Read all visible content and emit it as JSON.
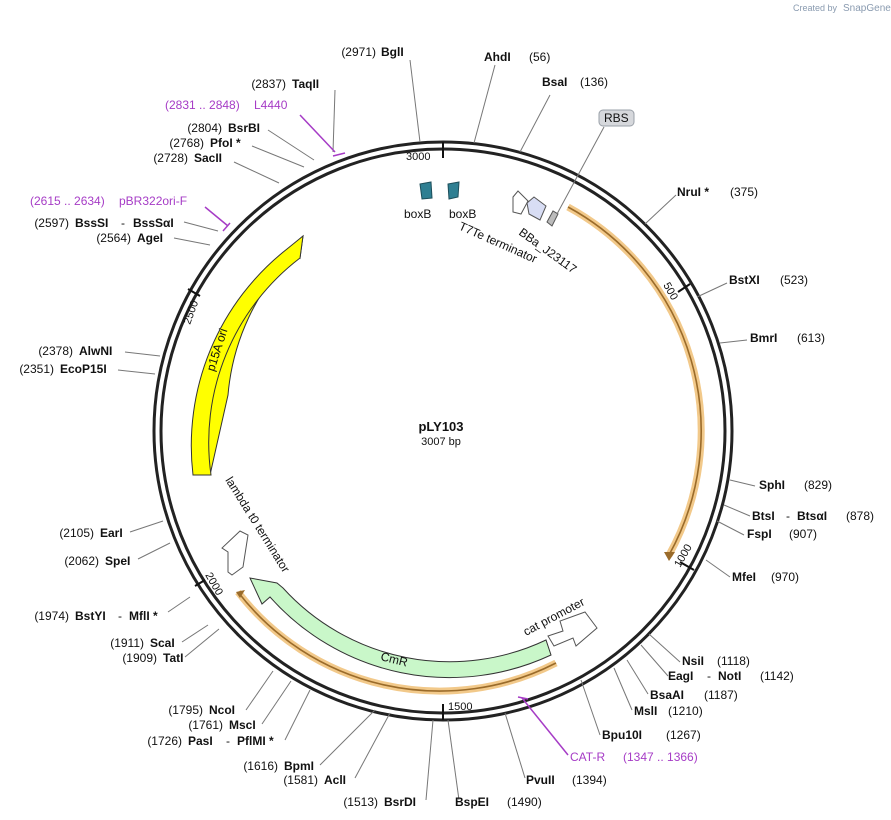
{
  "plasmid": {
    "name": "pLY103",
    "length_label": "3007 bp"
  },
  "credit": {
    "prefix": "Created by",
    "brand": "SnapGene"
  },
  "ticks": [
    "500",
    "1000",
    "1500",
    "2000",
    "2500",
    "3000"
  ],
  "sites": [
    {
      "name": "BglI",
      "pos": "(2971)"
    },
    {
      "name": "AhdI",
      "pos": "(56)"
    },
    {
      "name": "TaqII",
      "pos": "(2837)"
    },
    {
      "name": "BsaI",
      "pos": "(136)"
    },
    {
      "name": "BsrBI",
      "pos": "(2804)"
    },
    {
      "name": "PfoI *",
      "pos": "(2768)"
    },
    {
      "name": "SacII",
      "pos": "(2728)"
    },
    {
      "name": "NruI *",
      "pos": "(375)"
    },
    {
      "name": "BssSI",
      "sep": "-",
      "name2": "BssSαI",
      "pos": "(2597)"
    },
    {
      "name": "AgeI",
      "pos": "(2564)"
    },
    {
      "name": "BstXI",
      "pos": "(523)"
    },
    {
      "name": "BmrI",
      "pos": "(613)"
    },
    {
      "name": "AlwNI",
      "pos": "(2378)"
    },
    {
      "name": "EcoP15I",
      "pos": "(2351)"
    },
    {
      "name": "SphI",
      "pos": "(829)"
    },
    {
      "name": "BtsI",
      "sep": "-",
      "name2": "BtsαI",
      "pos": "(878)"
    },
    {
      "name": "FspI",
      "pos": "(907)"
    },
    {
      "name": "EarI",
      "pos": "(2105)"
    },
    {
      "name": "SpeI",
      "pos": "(2062)"
    },
    {
      "name": "MfeI",
      "pos": "(970)"
    },
    {
      "name": "BstYI",
      "sep": "-",
      "name2": "MflI *",
      "pos": "(1974)"
    },
    {
      "name": "ScaI",
      "pos": "(1911)"
    },
    {
      "name": "TatI",
      "pos": "(1909)"
    },
    {
      "name": "NsiI",
      "pos": "(1118)"
    },
    {
      "name": "EagI",
      "sep": "-",
      "name2": "NotI",
      "pos": "(1142)"
    },
    {
      "name": "BsaAI",
      "pos": "(1187)"
    },
    {
      "name": "MslI",
      "pos": "(1210)"
    },
    {
      "name": "Bpu10I",
      "pos": "(1267)"
    },
    {
      "name": "NcoI",
      "pos": "(1795)"
    },
    {
      "name": "MscI",
      "pos": "(1761)"
    },
    {
      "name": "PasI",
      "sep": "-",
      "name2": "PflMI *",
      "pos": "(1726)"
    },
    {
      "name": "BpmI",
      "pos": "(1616)"
    },
    {
      "name": "AclI",
      "pos": "(1581)"
    },
    {
      "name": "PvuII",
      "pos": "(1394)"
    },
    {
      "name": "BsrDI",
      "pos": "(1513)"
    },
    {
      "name": "BspEI",
      "pos": "(1490)"
    }
  ],
  "primers": [
    {
      "range": "(2831 .. 2848)",
      "name": "L4440"
    },
    {
      "range": "(2615 .. 2634)",
      "name": "pBR322ori-F"
    },
    {
      "range": "(1347 .. 1366)",
      "name": "CAT-R"
    }
  ],
  "features": {
    "rbs": "RBS",
    "boxb1": "boxB",
    "boxb2": "boxB",
    "bba": "BBa_J23117",
    "t7te": "T7Te terminator",
    "p15a": "p15A ori",
    "lambda": "lambda t0 terminator",
    "cmr": "CmR",
    "cat": "cat promoter"
  },
  "colors": {
    "backbone": "#222222",
    "ori": "#ffff00",
    "cmr": "#c9f7c9",
    "highlight": "#f2c98a",
    "primer": "#a63cc6",
    "boxb": "#2f7f92"
  }
}
